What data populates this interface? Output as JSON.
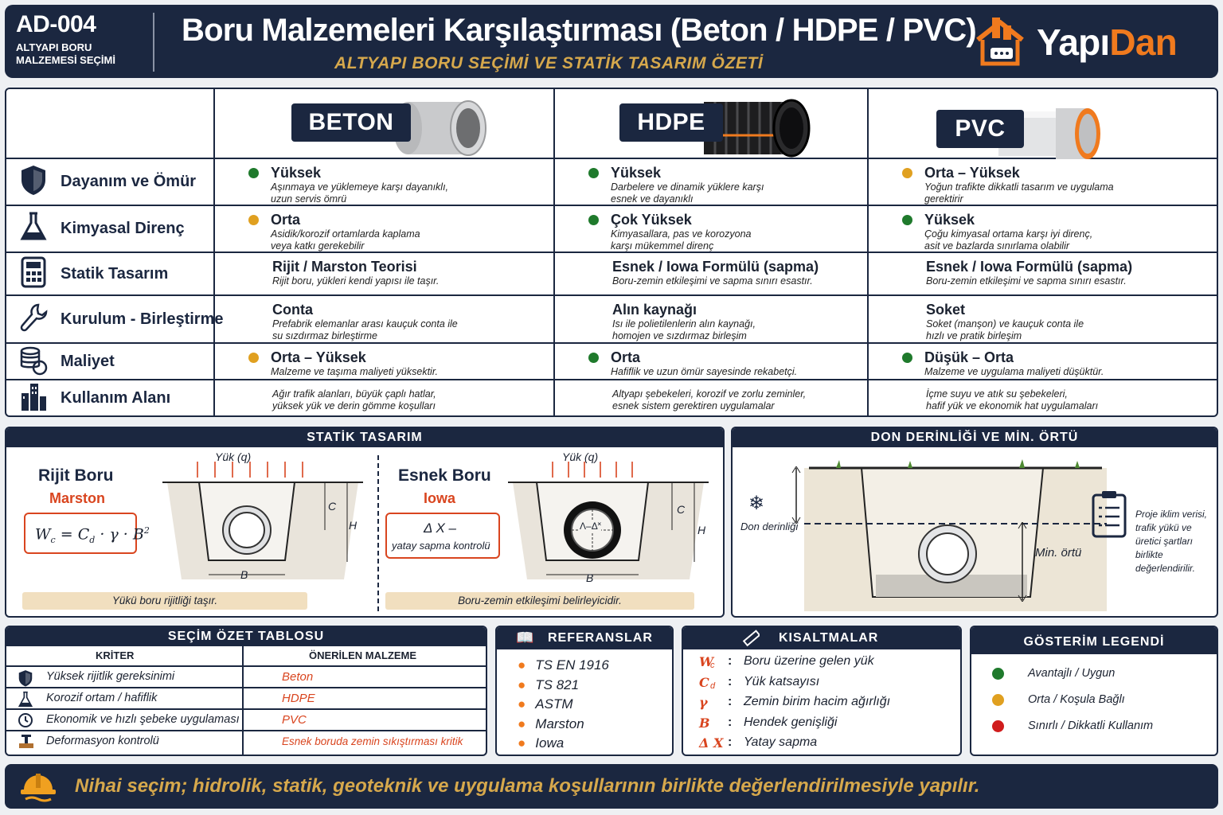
{
  "header": {
    "code": "AD-004",
    "code_subtitle": "ALTYAPI BORU MALZEMESİ SEÇİMİ",
    "title": "Boru Malzemeleri Karşılaştırması (Beton / HDPE / PVC)",
    "subtitle": "ALTYAPI BORU SEÇİMİ VE STATİK TASARIM ÖZETİ",
    "logo_part1": "Yapı",
    "logo_part2": "Dan"
  },
  "colors": {
    "navy": "#1b2740",
    "green": "#1f7a2c",
    "amber": "#e0a020",
    "red": "#d01c1c",
    "accent_orange": "#f07a1e"
  },
  "materials": [
    {
      "name": "BETON",
      "icon": "concrete-pipe"
    },
    {
      "name": "HDPE",
      "icon": "corrugated-pipe"
    },
    {
      "name": "PVC",
      "icon": "pvc-pipe"
    }
  ],
  "criteria": [
    {
      "label": "Dayanım ve Ömür",
      "icon": "shield-icon",
      "cells": [
        {
          "title": "Yüksek",
          "dot": "green",
          "desc": [
            "Aşınmaya ve yüklemeye karşı dayanıklı,",
            "uzun servis ömrü"
          ]
        },
        {
          "title": "Yüksek",
          "dot": "green",
          "desc": [
            "Darbelere ve dinamik yüklere karşı",
            "esnek ve dayanıklı"
          ]
        },
        {
          "title": "Orta – Yüksek",
          "dot": "amber",
          "desc": [
            "Yoğun trafikte dikkatli tasarım ve uygulama",
            "gerektirir"
          ]
        }
      ]
    },
    {
      "label": "Kimyasal Direnç",
      "icon": "flask-icon",
      "cells": [
        {
          "title": "Orta",
          "dot": "amber",
          "desc": [
            "Asidik/korozif ortamlarda kaplama",
            "veya katkı gerekebilir"
          ]
        },
        {
          "title": "Çok Yüksek",
          "dot": "green",
          "desc": [
            "Kimyasallara, pas ve korozyona",
            "karşı mükemmel direnç"
          ]
        },
        {
          "title": "Yüksek",
          "dot": "green",
          "desc": [
            "Çoğu kimyasal ortama karşı iyi direnç,",
            "asit ve bazlarda sınırlama olabilir"
          ]
        }
      ]
    },
    {
      "label": "Statik Tasarım",
      "icon": "calculator-icon",
      "cells": [
        {
          "title": "Rijit / Marston Teorisi",
          "dot": "",
          "desc": [
            "Rijit boru, yükleri kendi yapısı ile taşır."
          ]
        },
        {
          "title": "Esnek / Iowa Formülü (sapma)",
          "dot": "",
          "desc": [
            "Boru-zemin etkileşimi ve sapma sınırı esastır."
          ]
        },
        {
          "title": "Esnek /  Iowa Formülü (sapma)",
          "dot": "",
          "desc": [
            "Boru-zemin etkileşimi ve sapma sınırı esastır."
          ]
        }
      ]
    },
    {
      "label": "Kurulum - Birleştirme",
      "icon": "wrench-icon",
      "cells": [
        {
          "title": "Conta",
          "dot": "",
          "desc": [
            "Prefabrik elemanlar arası kauçuk conta ile",
            "su sızdırmaz birleştirme"
          ]
        },
        {
          "title": "Alın kaynağı",
          "dot": "",
          "desc": [
            "Isı ile polietilenlerin alın kaynağı,",
            "homojen ve sızdırmaz birleşim"
          ]
        },
        {
          "title": "Soket",
          "dot": "",
          "desc": [
            "Soket (manşon) ve kauçuk conta ile",
            "hızlı ve pratik birleşim"
          ]
        }
      ]
    },
    {
      "label": "Maliyet",
      "icon": "coins-icon",
      "cells": [
        {
          "title": "Orta – Yüksek",
          "dot": "amber",
          "desc": [
            "Malzeme ve taşıma maliyeti yüksektir."
          ]
        },
        {
          "title": "Orta",
          "dot": "green",
          "desc": [
            "Hafiflik ve uzun ömür sayesinde rekabetçi."
          ]
        },
        {
          "title": "Düşük – Orta",
          "dot": "green",
          "desc": [
            "Malzeme ve uygulama maliyeti düşüktür."
          ]
        }
      ]
    },
    {
      "label": "Kullanım Alanı",
      "icon": "city-icon",
      "cells": [
        {
          "title": "",
          "dot": "",
          "desc": [
            "Ağır trafik alanları, büyük çaplı hatlar,",
            "yüksek yük ve derin gömme koşulları"
          ]
        },
        {
          "title": "",
          "dot": "",
          "desc": [
            "Altyapı şebekeleri, korozif ve zorlu zeminler,",
            "esnek sistem gerektiren uygulamalar"
          ]
        },
        {
          "title": "",
          "dot": "",
          "desc": [
            "İçme suyu ve atık su şebekeleri,",
            "hafif yük ve ekonomik hat uygulamaları"
          ]
        }
      ]
    }
  ],
  "static_design": {
    "title": "STATİK TASARIM",
    "rigid": {
      "title": "Rijit Boru",
      "method": "Marston",
      "load": "Yük (q)",
      "note": "Yükü boru rijitliği taşır.",
      "C": "C",
      "H": "H",
      "B": "B"
    },
    "flexible": {
      "title": "Esnek Boru",
      "method": "Iowa",
      "formula": "Δ X –",
      "formula_sub": "yatay sapma kontrolü",
      "load": "Yük  (q)",
      "deflection": "Λ–Δ˟",
      "note": "Boru-zemin etkileşimi belirleyicidir.",
      "C": "C",
      "H": "H",
      "B": "B"
    }
  },
  "frost": {
    "title": "DON DERİNLİĞİ VE MİN. ÖRTÜ",
    "frost_label": "Don derinliği",
    "cover_label": "Min. örtü",
    "note": [
      "Proje iklim verisi,",
      "trafik yükü ve",
      "üretici şartları",
      "birlikte",
      "değerlendirilir."
    ]
  },
  "summary": {
    "title": "SEÇİM ÖZET TABLOSU",
    "headers": [
      "KRİTER",
      "ÖNERİLEN MALZEME"
    ],
    "rows": [
      {
        "icon": "shield-icon",
        "criterion": "Yüksek rijitlik gereksinimi",
        "material": "Beton"
      },
      {
        "icon": "flask-icon",
        "criterion": "Korozif ortam / hafiflik",
        "material": "HDPE"
      },
      {
        "icon": "clock-icon",
        "criterion": "Ekonomik ve hızlı şebeke uygulaması",
        "material": "PVC"
      },
      {
        "icon": "compactor-icon",
        "criterion": "Deformasyon kontrolü",
        "material": "Esnek boruda zemin sıkıştırması kritik"
      }
    ]
  },
  "references": {
    "title": "REFERANSLAR",
    "items": [
      "TS EN 1916",
      "TS 821",
      "ASTM",
      "Marston",
      "Iowa"
    ]
  },
  "abbreviations": {
    "title": "KISALTMALAR",
    "items": [
      {
        "sym": "W",
        "sub": "c",
        "colon": ":",
        "desc": "Boru üzerine gelen yük"
      },
      {
        "sym": "C",
        "sub": "d",
        "colon": ":",
        "desc": "Yük katsayısı"
      },
      {
        "sym": "γ",
        "sub": "",
        "colon": ":",
        "desc": "Zemin birim hacim ağırlığı"
      },
      {
        "sym": "B",
        "sub": "",
        "colon": ":",
        "desc": "Hendek genişliği"
      },
      {
        "sym": "Δ X",
        "sub": "",
        "colon": ":",
        "desc": "Yatay sapma"
      }
    ]
  },
  "legend": {
    "title": "GÖSTERİM LEGENDİ",
    "items": [
      {
        "dot": "green",
        "label": "Avantajlı / Uygun"
      },
      {
        "dot": "amber",
        "label": "Orta / Koşula Bağlı"
      },
      {
        "dot": "red",
        "label": "Sınırlı / Dikkatli Kullanım"
      }
    ]
  },
  "footer": {
    "text": "Nihai seçim; hidrolik, statik, geoteknik ve uygulama koşullarının birlikte değerlendirilmesiyle yapılır."
  }
}
